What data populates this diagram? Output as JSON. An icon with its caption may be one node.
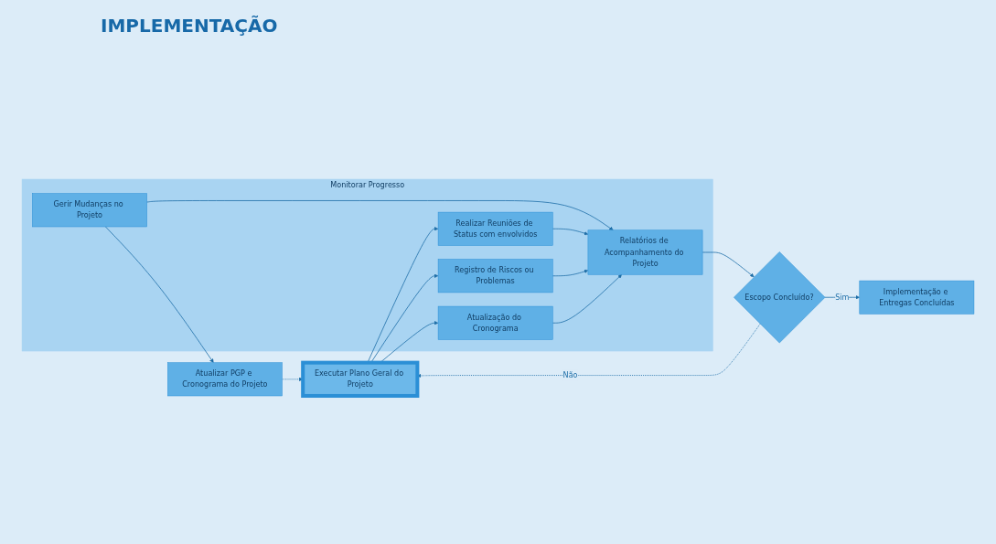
{
  "diagram": {
    "title": "IMPLEMENTAÇÃO",
    "nodes": [
      {
        "text": [
          "Executar Plano Geral do Projeto"
        ]
      },
      {
        "text": [
          "Monitorar Progresso"
        ]
      },
      {
        "text": [
          "Realizar Reuniões de Status com envolvidos"
        ],
        "in": 1
      },
      {
        "text": [
          "Gerir Mudanças no Projeto"
        ],
        "in": 1
      },
      {
        "text": [
          "Registro de Riscos ou Problemas"
        ],
        "in": 1
      },
      {
        "text": [
          "Relatórios de Acompanhamento do Projeto"
        ],
        "in": 1
      },
      {
        "text": [
          "Atualização do Cronograma"
        ],
        "in": 1
      },
      {
        "text": [
          "Atualizar PGP e Cronograma do Projeto"
        ]
      },
      {
        "text": [
          "Escopo Concluído?"
        ]
      },
      {
        "text": [
          "Implementação e Entregas Concluídas"
        ]
      }
    ],
    "edges": [
      {
        "from": 0,
        "to": 2,
        "arrow": "to"
      },
      {
        "from": 0,
        "to": 4,
        "arrow": "to"
      },
      {
        "from": 0,
        "to": 6,
        "arrow": "to"
      },
      {
        "from": 2,
        "to": 5,
        "arrow": "to"
      },
      {
        "from": 4,
        "to": 5,
        "arrow": "to"
      },
      {
        "from": 6,
        "to": 5,
        "arrow": "to"
      },
      {
        "from": 3,
        "to": 5,
        "arrow": "to"
      },
      {
        "from": 3,
        "to": 7,
        "arrow": "to"
      },
      {
        "from": 7,
        "to": 0,
        "arrow": "to",
        "style": "dashed"
      },
      {
        "from": 5,
        "to": 8,
        "arrow": "to"
      },
      {
        "from": 8,
        "to": 9,
        "arrow": "to",
        "label": "Sim"
      },
      {
        "from": 8,
        "to": 0,
        "arrow": "to",
        "label": "Não",
        "style": "dashed"
      }
    ]
  }
}
